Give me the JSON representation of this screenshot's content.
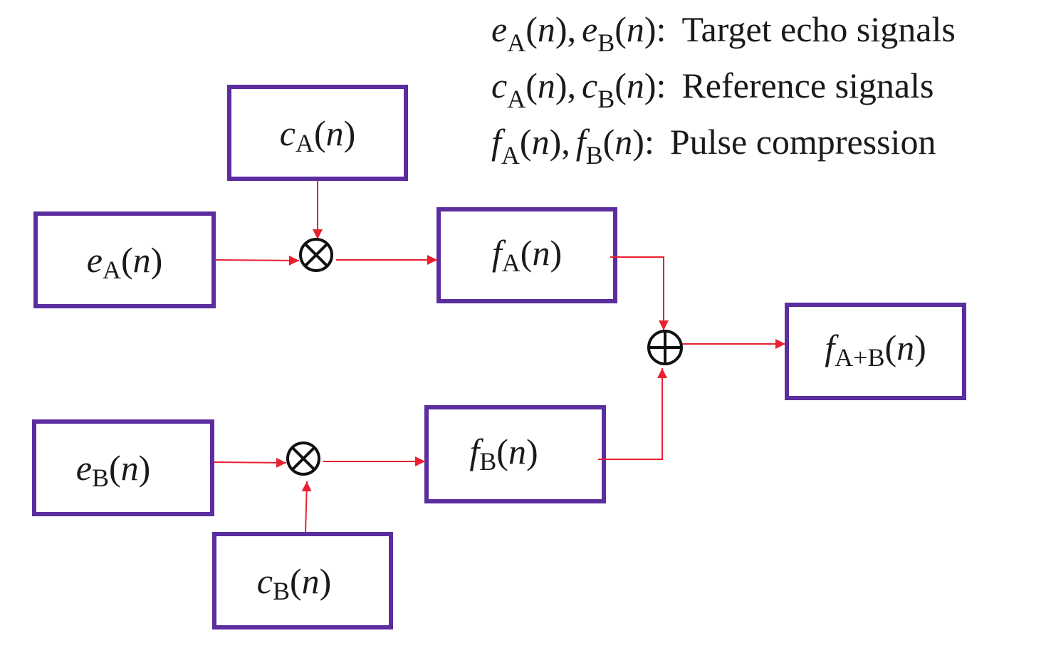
{
  "colors": {
    "box_border": "#5b2d9e",
    "connector": "#e8202f",
    "operator": "#111111",
    "text": "#1a1a1a"
  },
  "legend": [
    {
      "terms": [
        {
          "sym": "e",
          "sub": "A",
          "arg": "n"
        },
        {
          "sym": "e",
          "sub": "B",
          "arg": "n"
        }
      ],
      "description": "Target echo signals"
    },
    {
      "terms": [
        {
          "sym": "c",
          "sub": "A",
          "arg": "n"
        },
        {
          "sym": "c",
          "sub": "B",
          "arg": "n"
        }
      ],
      "description": "Reference signals"
    },
    {
      "terms": [
        {
          "sym": "f",
          "sub": "A",
          "arg": "n"
        },
        {
          "sym": "f",
          "sub": "B",
          "arg": "n"
        }
      ],
      "description": "Pulse compression"
    }
  ],
  "blocks": {
    "cA": {
      "sym": "c",
      "sub": "A",
      "arg": "n"
    },
    "eA": {
      "sym": "e",
      "sub": "A",
      "arg": "n"
    },
    "fA": {
      "sym": "f",
      "sub": "A",
      "arg": "n"
    },
    "eB": {
      "sym": "e",
      "sub": "B",
      "arg": "n"
    },
    "fB": {
      "sym": "f",
      "sub": "B",
      "arg": "n"
    },
    "cB": {
      "sym": "c",
      "sub": "B",
      "arg": "n"
    },
    "fAB": {
      "sym": "f",
      "sub": "A+B",
      "arg": "n"
    }
  },
  "operators": {
    "multiplier_a": {
      "type": "multiply",
      "glyph": "⊗"
    },
    "multiplier_b": {
      "type": "multiply",
      "glyph": "⊗"
    },
    "adder": {
      "type": "add",
      "glyph": "⊕"
    }
  },
  "connections": [
    {
      "from": "eA",
      "to": "multiplier_a"
    },
    {
      "from": "cA",
      "to": "multiplier_a"
    },
    {
      "from": "multiplier_a",
      "to": "fA"
    },
    {
      "from": "eB",
      "to": "multiplier_b"
    },
    {
      "from": "cB",
      "to": "multiplier_b"
    },
    {
      "from": "multiplier_b",
      "to": "fB"
    },
    {
      "from": "fA",
      "to": "adder"
    },
    {
      "from": "fB",
      "to": "adder"
    },
    {
      "from": "adder",
      "to": "fAB"
    }
  ],
  "punct": {
    "open": "(",
    "close": ")",
    "comma": ",",
    "colon": ":"
  }
}
